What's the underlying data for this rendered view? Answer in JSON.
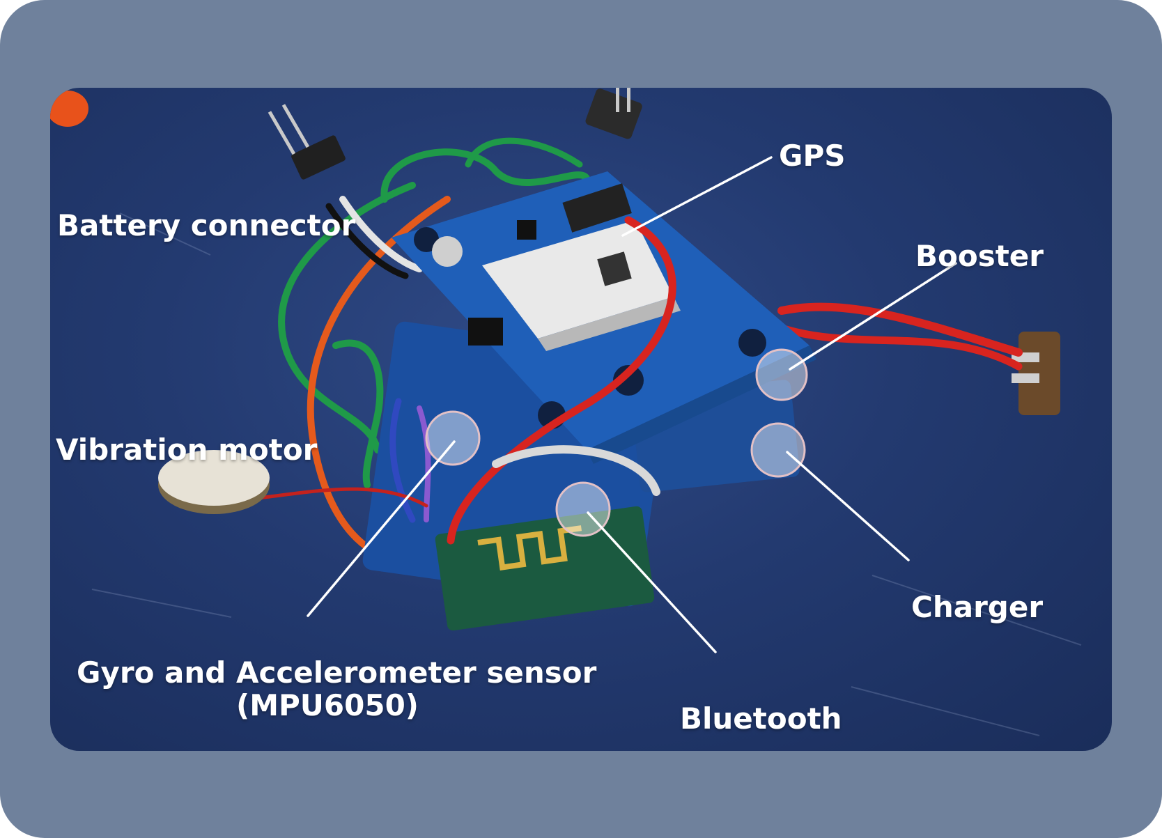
{
  "labels": {
    "gps": "GPS",
    "battery_connector": "Battery connector",
    "booster": "Booster",
    "vibration_motor": "Vibration motor",
    "charger": "Charger",
    "gyro_line1": "Gyro and Accelerometer sensor",
    "gyro_line2": "(MPU6050)",
    "bluetooth": "Bluetooth"
  },
  "colors": {
    "frame": "#6f819c",
    "mat_blue": "#233a70",
    "pcb_blue": "#1f5fb8",
    "wire_red": "#d8241f",
    "wire_green": "#1f9a48",
    "wire_orange": "#e55a1c"
  }
}
